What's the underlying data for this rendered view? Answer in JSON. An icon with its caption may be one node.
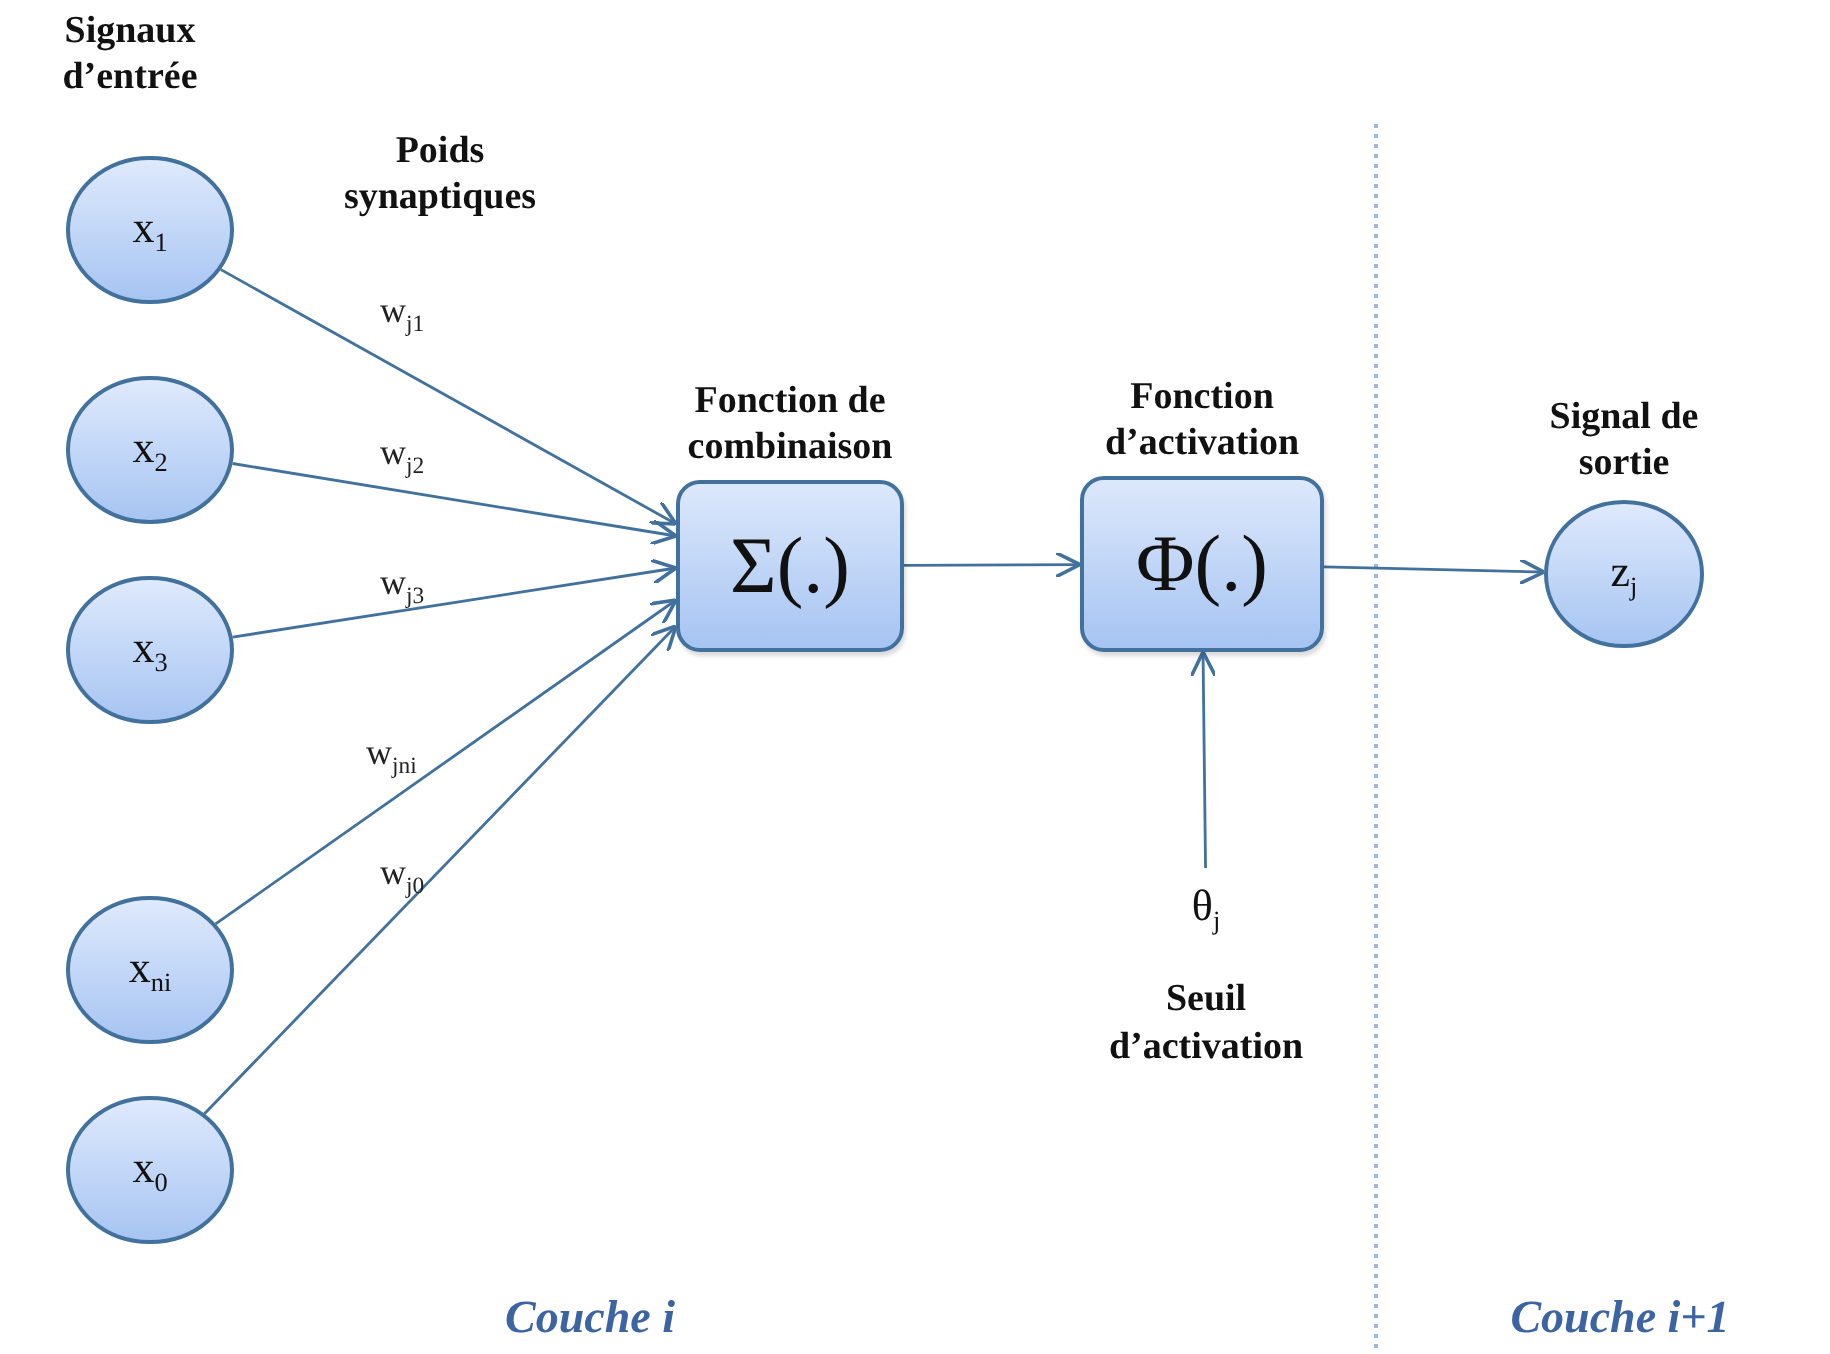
{
  "diagram": {
    "nodes": [
      {
        "text": [
          "x$_{1}$"
        ]
      },
      {
        "text": [
          "x$_{2}$"
        ]
      },
      {
        "text": [
          "x$_{3}$"
        ]
      },
      {
        "text": [
          "x$_{ni}$"
        ]
      },
      {
        "text": [
          "x$_{0}$"
        ]
      },
      {
        "text": [
          "Fonction de combinaison",
          "Σ(.)"
        ]
      },
      {
        "text": [
          "Fonction d’activation",
          "Φ(.)"
        ]
      },
      {
        "text": [
          "Signal de sortie",
          "z$_{j}$"
        ]
      },
      {
        "text": [
          "θ$_{j}$"
        ],
        "beside": [
          "Seuil d’activation"
        ]
      }
    ],
    "edges": [
      {
        "from": 0,
        "to": 5,
        "arrow": "to",
        "label": "w$_{j1}$"
      },
      {
        "from": 1,
        "to": 5,
        "arrow": "to",
        "label": "w$_{j2}$"
      },
      {
        "from": 2,
        "to": 5,
        "arrow": "to",
        "label": "w$_{j3}$"
      },
      {
        "from": 3,
        "to": 5,
        "arrow": "to",
        "label": "w$_{jni}$"
      },
      {
        "from": 4,
        "to": 5,
        "arrow": "to",
        "label": "w$_{j0}$"
      },
      {
        "from": 5,
        "to": 6,
        "arrow": "to"
      },
      {
        "from": 6,
        "to": 7,
        "arrow": "to"
      },
      {
        "from": 8,
        "to": 6,
        "arrow": "to"
      }
    ],
    "labels": [
      "Signaux d’entrée",
      "Poids synaptiques",
      "Couche i",
      "Couche i+1"
    ]
  }
}
